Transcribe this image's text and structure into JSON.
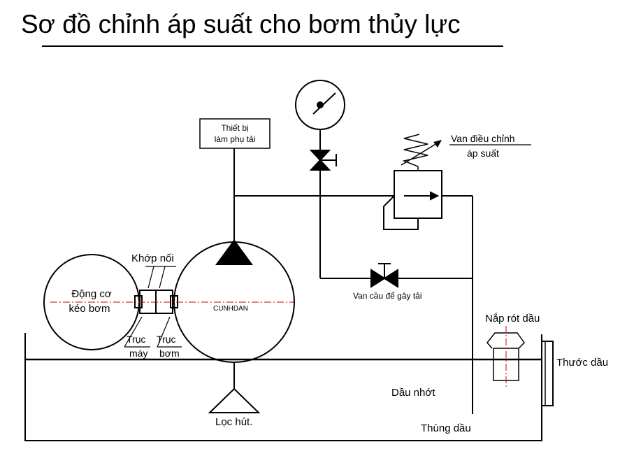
{
  "title": "Sơ đồ chỉnh áp suất cho bơm thủy lực",
  "labels": {
    "motor_line1": "Động cơ",
    "motor_line2": "kéo bơm",
    "coupling": "Khớp nối",
    "shaft_motor_line1": "Trục",
    "shaft_motor_line2": "máy",
    "shaft_pump_line1": "Trục",
    "shaft_pump_line2": "bơm",
    "pump_overlap": "CUNHDAN",
    "load_device_line1": "Thiết bị",
    "load_device_line2": "làm phụ tải",
    "pressure_valve_line1": "Van điều chỉnh",
    "pressure_valve_line2": "áp suất",
    "ball_valve": "Van cầu để gây tải",
    "filler_cap": "Nắp rót dầu",
    "dipstick": "Thước dầu",
    "oil": "Dầu nhớt",
    "tank": "Thùng dầu",
    "suction_filter": "Lọc hút."
  },
  "colors": {
    "line": "#000000",
    "centerline": "#cc0000",
    "background": "#ffffff"
  },
  "icons": [
    "pressure-gauge-icon",
    "shutoff-valve-icon",
    "ball-valve-icon",
    "relief-valve-icon",
    "spring-icon",
    "filter-icon",
    "pump-outlet-triangle-icon"
  ]
}
